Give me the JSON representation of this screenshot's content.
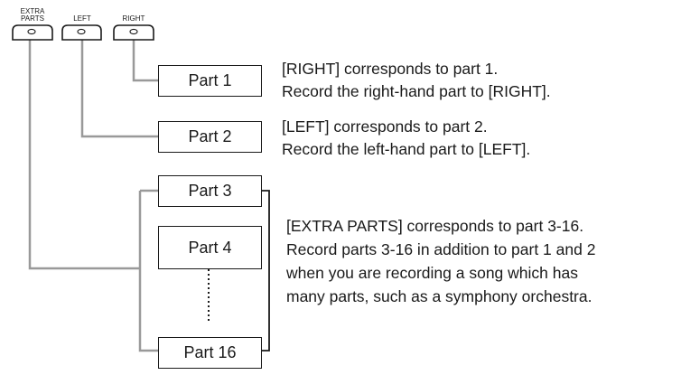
{
  "buttons": [
    {
      "label_line1": "EXTRA",
      "label_line2": "PARTS"
    },
    {
      "label_line1": "LEFT",
      "label_line2": ""
    },
    {
      "label_line1": "RIGHT",
      "label_line2": ""
    }
  ],
  "parts": [
    "Part 1",
    "Part 2",
    "Part 3",
    "Part 4",
    "Part 16"
  ],
  "descriptions": {
    "right": [
      "[RIGHT] corresponds to part 1.",
      "Record the right-hand part to [RIGHT]."
    ],
    "left": [
      "[LEFT] corresponds to part 2.",
      "Record the left-hand part to [LEFT]."
    ],
    "extra": [
      "[EXTRA PARTS] corresponds to part 3-16.",
      "Record parts 3-16 in addition to part 1 and 2",
      "when you are recording a song which has",
      "many parts, such as a symphony orchestra."
    ]
  },
  "colors": {
    "line_gray": "#999999",
    "stroke": "#1a1a1a"
  }
}
